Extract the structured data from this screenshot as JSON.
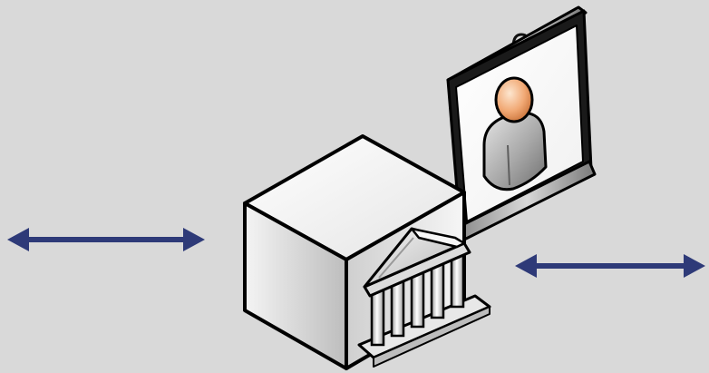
{
  "diagram": {
    "background_color": "#d9d9d9",
    "arrow_color": "#2e3a78",
    "elements": [
      {
        "id": "left-arrow",
        "kind": "bidirectional-arrow"
      },
      {
        "id": "right-arrow",
        "kind": "bidirectional-arrow"
      },
      {
        "id": "bank-server",
        "kind": "server-with-bank-icon"
      },
      {
        "id": "user-screen",
        "kind": "projection-screen-with-user-icon"
      }
    ]
  }
}
